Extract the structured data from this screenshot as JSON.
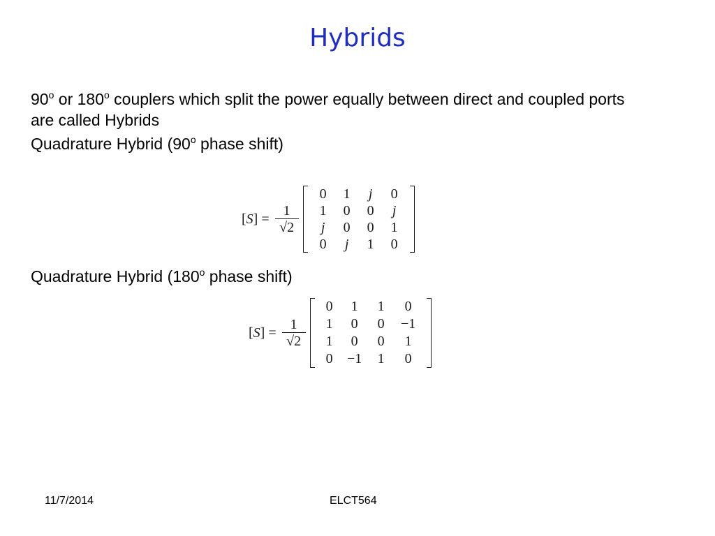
{
  "slide": {
    "title": "Hybrids",
    "intro": {
      "deg1": "90",
      "sup1": "o",
      "between": " or 180",
      "sup2": "o",
      "rest": " couplers which split the power equally between direct and coupled ports",
      "line2": "are called Hybrids"
    },
    "heading_90": {
      "before": "Quadrature Hybrid (90",
      "sup": "o",
      "after": " phase shift)"
    },
    "heading_180": {
      "before": "Quadrature Hybrid (180",
      "sup": "o",
      "after": " phase shift)"
    },
    "equations": {
      "lhs_symbol": "S",
      "fraction_numerator": "1",
      "fraction_denominator": "√2",
      "matrix_90": [
        [
          "0",
          "1",
          "j",
          "0"
        ],
        [
          "1",
          "0",
          "0",
          "j"
        ],
        [
          "j",
          "0",
          "0",
          "1"
        ],
        [
          "0",
          "j",
          "1",
          "0"
        ]
      ],
      "matrix_180": [
        [
          "0",
          "1",
          "1",
          "0"
        ],
        [
          "1",
          "0",
          "0",
          "−1"
        ],
        [
          "1",
          "0",
          "0",
          "1"
        ],
        [
          "0",
          "−1",
          "1",
          "0"
        ]
      ]
    },
    "footer": {
      "date": "11/7/2014",
      "course": "ELCT564"
    },
    "colors": {
      "title": "#1f2ec0",
      "text": "#000000",
      "background": "#ffffff"
    }
  }
}
